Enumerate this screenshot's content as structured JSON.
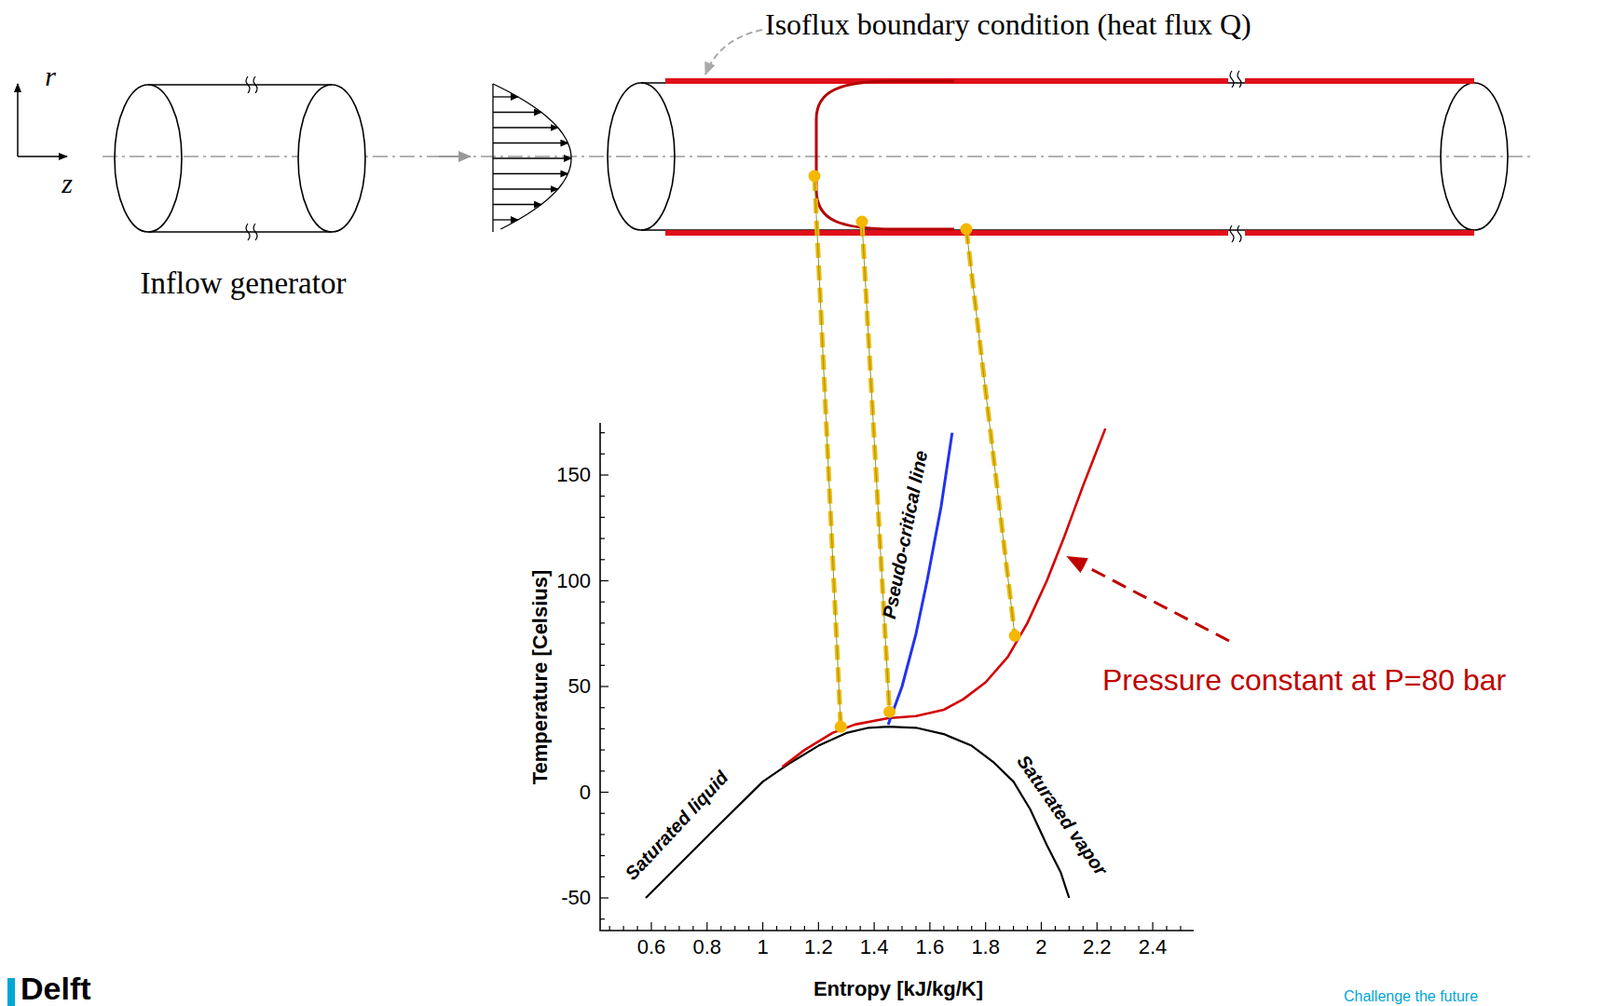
{
  "diagram": {
    "labels": [
      "r",
      "z",
      "Isoflux boundary condition (heat flux Q)",
      "Inflow generator",
      "Temperature [Celsius]",
      "Entropy [kJ/kg/K]",
      "150",
      "100",
      "50",
      "0",
      "-50",
      "0.6",
      "0.8",
      "1",
      "1.2",
      "1.4",
      "1.6",
      "1.8",
      "2",
      "2.2",
      "2.4",
      "Saturated liquid",
      "Saturated vapor",
      "Pseudo-critical line",
      "Pressure constant at P=80 bar",
      "Delft",
      "Challenge the future"
    ]
  }
}
